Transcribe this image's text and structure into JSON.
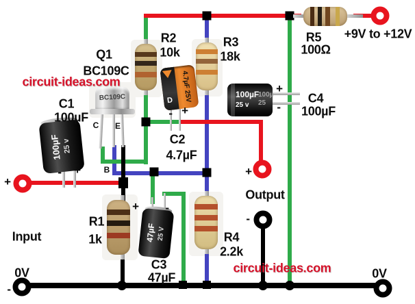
{
  "site_watermark": "circuit-ideas.com",
  "power": {
    "supply_label": "+9V to +12V",
    "ground_left_label": "0V",
    "ground_right_label": "0V"
  },
  "io": {
    "input_label": "Input",
    "output_label": "Output"
  },
  "symbols": {
    "plus": "+",
    "minus": "-"
  },
  "transistor": {
    "ref": "Q1",
    "part": "BC109C",
    "case_text": "BC109C",
    "pin_collector": "C",
    "pin_base": "B",
    "pin_emitter": "E"
  },
  "resistors": {
    "r1": {
      "ref": "R1",
      "value": "1k"
    },
    "r2": {
      "ref": "R2",
      "value": "10k"
    },
    "r3": {
      "ref": "R3",
      "value": "18k"
    },
    "r4": {
      "ref": "R4",
      "value": "2.2k"
    },
    "r5": {
      "ref": "R5",
      "value": "100Ω"
    }
  },
  "capacitors": {
    "c1": {
      "ref": "C1",
      "value": "100µF",
      "body_main": "100µF",
      "body_sub": "25 v"
    },
    "c2": {
      "ref": "C2",
      "value": "4.7µF",
      "body_main": "4.7µF 25V",
      "logo": "D"
    },
    "c3": {
      "ref": "C3",
      "value": "47µF",
      "body_main": "47µF",
      "body_sub": "25 V"
    },
    "c4": {
      "ref": "C4",
      "value": "100µF",
      "body_main": "100µF",
      "body_sub": "25 v",
      "echo_main": "100µ",
      "echo_sub": "25"
    }
  },
  "colors": {
    "wire_red": "#e8141e",
    "wire_green": "#2fab4a",
    "wire_blue": "#4444c0",
    "wire_black": "#000000",
    "terminal_red": "#e8141e",
    "watermark_red": "#d6122a"
  }
}
